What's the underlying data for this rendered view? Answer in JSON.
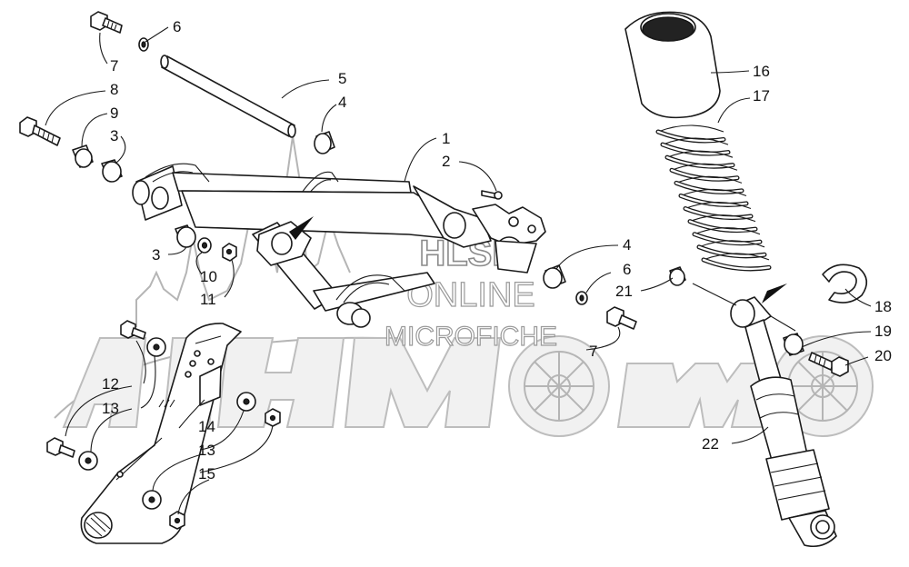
{
  "watermark": {
    "line1": "HLSM",
    "line2": "ONLINE",
    "line3": "MICROFICHE"
  },
  "callouts": [
    {
      "id": "c1",
      "text": "1"
    },
    {
      "id": "c2",
      "text": "2"
    },
    {
      "id": "c3a",
      "text": "3"
    },
    {
      "id": "c3b",
      "text": "3"
    },
    {
      "id": "c4a",
      "text": "4"
    },
    {
      "id": "c4b",
      "text": "4"
    },
    {
      "id": "c5",
      "text": "5"
    },
    {
      "id": "c6a",
      "text": "6"
    },
    {
      "id": "c6b",
      "text": "6"
    },
    {
      "id": "c7a",
      "text": "7"
    },
    {
      "id": "c7b",
      "text": "7"
    },
    {
      "id": "c8",
      "text": "8"
    },
    {
      "id": "c9",
      "text": "9"
    },
    {
      "id": "c10",
      "text": "10"
    },
    {
      "id": "c11",
      "text": "11"
    },
    {
      "id": "c12",
      "text": "12"
    },
    {
      "id": "c13a",
      "text": "13"
    },
    {
      "id": "c13b",
      "text": "13"
    },
    {
      "id": "c14",
      "text": "14"
    },
    {
      "id": "c15",
      "text": "15"
    },
    {
      "id": "c16",
      "text": "16"
    },
    {
      "id": "c17",
      "text": "17"
    },
    {
      "id": "c18",
      "text": "18"
    },
    {
      "id": "c19",
      "text": "19"
    },
    {
      "id": "c20",
      "text": "20"
    },
    {
      "id": "c21",
      "text": "21"
    },
    {
      "id": "c22",
      "text": "22"
    }
  ]
}
